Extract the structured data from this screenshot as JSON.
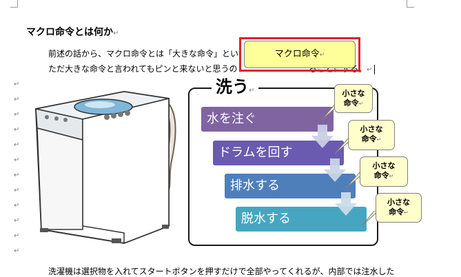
{
  "heading": "マクロ命令とは何か",
  "paragraph_mark": "↵",
  "para1_line1_a": "前述の話から、マクロ命令とは「大きな命令」とい",
  "para1_line2_a": "ただ大きな命令と言われてもピンと来ないと思うの",
  "para1_line2_b": "ることにする。",
  "macro_box_label": "マクロ命令",
  "diagram_title": "洗う",
  "steps": [
    "水を注ぐ",
    "ドラムを回す",
    "排水する",
    "脱水する"
  ],
  "step_colors": [
    "#8064a2",
    "#6a5bb0",
    "#4f7fba",
    "#46a6c2"
  ],
  "callout_label": "小さな命令",
  "callout_line1": "小さな",
  "callout_line2": "命令",
  "bottom_text": "洗濯機は選択物を入れてスタートボタンを押すだけで全部やってくれるが、内部では注水した",
  "highlight_color": "#e0202a"
}
